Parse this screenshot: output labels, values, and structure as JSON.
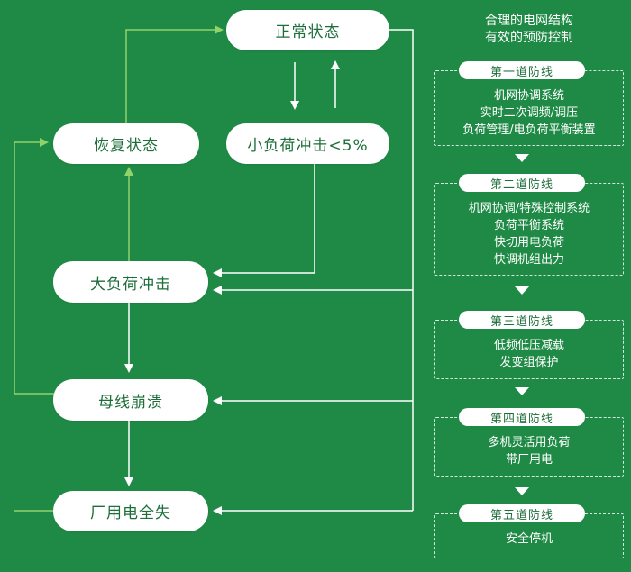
{
  "colors": {
    "background": "#1f8a45",
    "white_wire": "#ffffff",
    "light_wire": "#8fd36a",
    "pill_text": "#1d6e3a"
  },
  "states": {
    "normal": "正常状态",
    "recovery": "恢复状态",
    "small_impact": "小负荷冲击<5%",
    "large_impact": "大负荷冲击",
    "bus_collapse": "母线崩溃",
    "plant_power_loss": "厂用电全失"
  },
  "heading": {
    "line1": "合理的电网结构",
    "line2": "有效的预防控制"
  },
  "defense_lines": [
    {
      "title": "第一道防线",
      "items": [
        "机网协调系统",
        "实时二次调频/调压",
        "负荷管理/电负荷平衡装置"
      ]
    },
    {
      "title": "第二道防线",
      "items": [
        "机网协调/特殊控制系统",
        "负荷平衡系统",
        "快切用电负荷",
        "快调机组出力"
      ]
    },
    {
      "title": "第三道防线",
      "items": [
        "低频低压减载",
        "发变组保护"
      ]
    },
    {
      "title": "第四道防线",
      "items": [
        "多机灵活用负荷",
        "带厂用电"
      ]
    },
    {
      "title": "第五道防线",
      "items": [
        "安全停机"
      ]
    }
  ]
}
